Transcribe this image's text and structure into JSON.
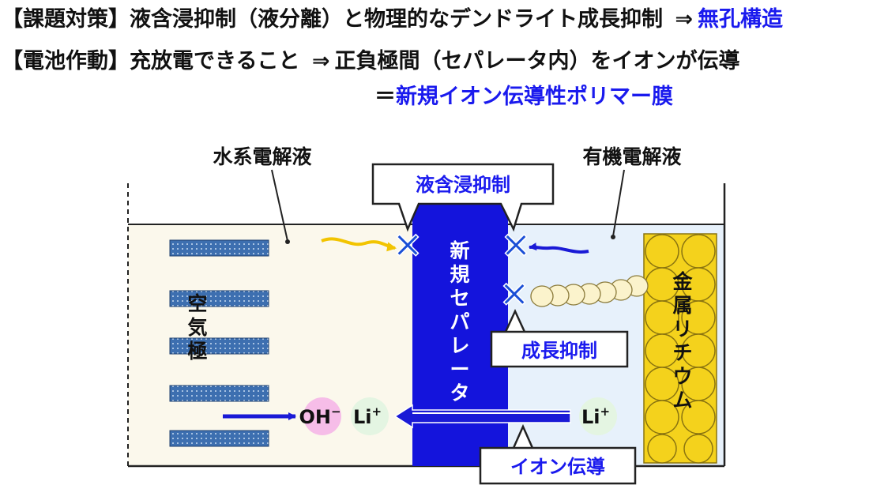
{
  "header": {
    "line1": {
      "label": "【課題対策】",
      "text": "液含浸抑制（液分離）と物理的なデンドライト成長抑制",
      "arrow": "⇒",
      "result": "無孔構造"
    },
    "line2": {
      "label": "【電池作動】",
      "text": "充放電できること",
      "arrow": "⇒",
      "result": "正負極間（セパレータ内）をイオンが伝導"
    },
    "line3": {
      "eq": "＝",
      "result": "新規イオン伝導性ポリマー膜"
    }
  },
  "diagram": {
    "aqueous_label": "水系電解液",
    "organic_label": "有機電解液",
    "impregnation_box": "液含浸抑制",
    "separator_label": [
      "新",
      "規",
      "セ",
      "パ",
      "レ",
      "ー",
      "タ"
    ],
    "air_electrode_label": [
      "空",
      "気",
      "極"
    ],
    "lithium_label": [
      "金",
      "属",
      "リ",
      "チ",
      "ウ",
      "ム"
    ],
    "growth_box": "成長抑制",
    "conduction_box": "イオン伝導",
    "ion_oh": "OH",
    "ion_oh_sup": "−",
    "ion_li_left": "Li",
    "ion_li_left_sup": "+",
    "ion_li_right": "Li",
    "ion_li_right_sup": "+",
    "cross_mark": "✕",
    "colors": {
      "aqueous_bg": "#fbf8ec",
      "organic_bg": "#e7f1fb",
      "separator": "#1414dc",
      "electrode": "#3d6fb0",
      "lithium": "#f4d21c",
      "dendrite": "#fbf3cc",
      "oh_bubble": "#f6bde8",
      "li_bubble": "#e4f5e2",
      "blue_text": "#1a1aee"
    }
  }
}
